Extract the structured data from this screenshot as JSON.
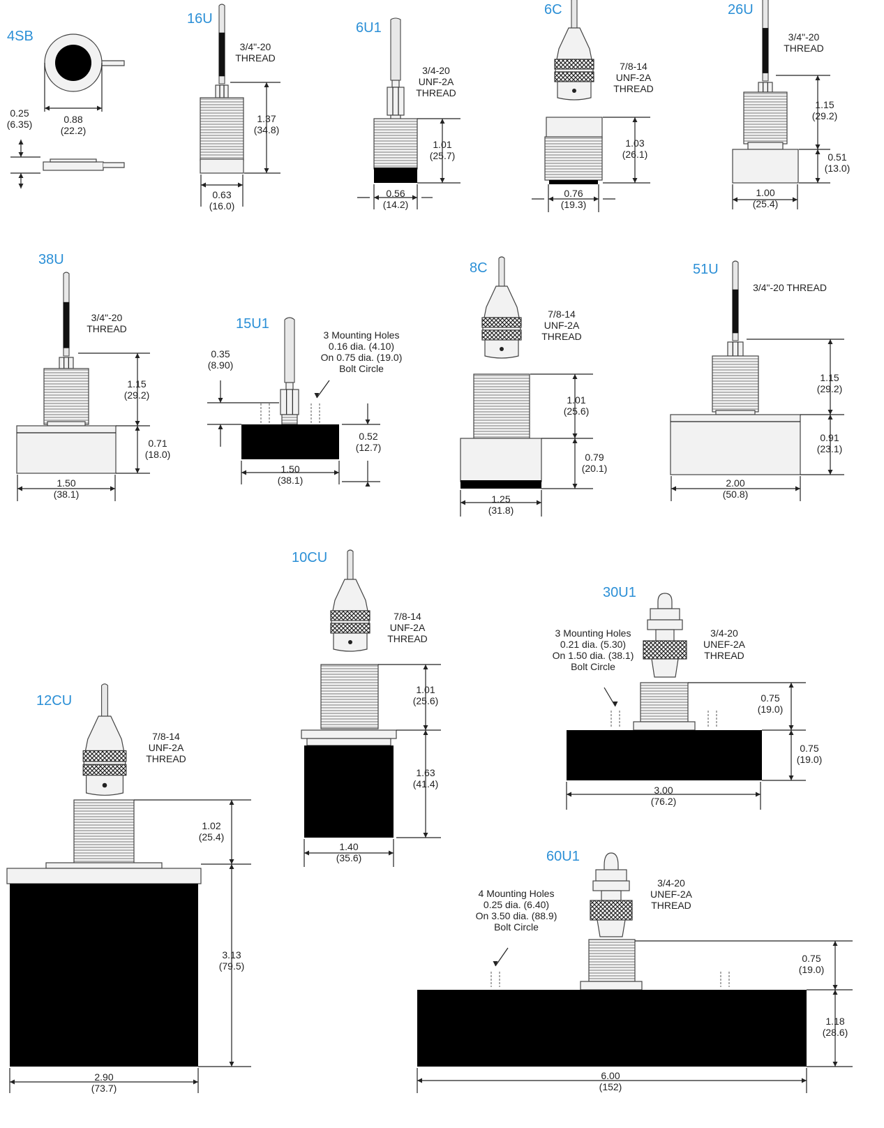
{
  "colors": {
    "title": "#2b8fd6",
    "line": "#222222",
    "black_body": "#000000"
  },
  "parts": [
    {
      "id": "4SB",
      "title": "4SB",
      "labels": [
        {
          "id": "thick",
          "lines": [
            "0.25",
            "(6.35)"
          ]
        },
        {
          "id": "dia",
          "lines": [
            "0.88",
            "(22.2)"
          ]
        }
      ]
    },
    {
      "id": "16U",
      "title": "16U",
      "labels": [
        {
          "id": "thread",
          "lines": [
            "3/4\"-20",
            "THREAD"
          ]
        },
        {
          "id": "h",
          "lines": [
            "1.37",
            "(34.8)"
          ]
        },
        {
          "id": "w",
          "lines": [
            "0.63",
            "(16.0)"
          ]
        }
      ]
    },
    {
      "id": "6U1",
      "title": "6U1",
      "labels": [
        {
          "id": "thread",
          "lines": [
            "3/4-20",
            "UNF-2A",
            "THREAD"
          ]
        },
        {
          "id": "h",
          "lines": [
            "1.01",
            "(25.7)"
          ]
        },
        {
          "id": "w",
          "lines": [
            "0.56",
            "(14.2)"
          ]
        }
      ]
    },
    {
      "id": "6C",
      "title": "6C",
      "labels": [
        {
          "id": "thread",
          "lines": [
            "7/8-14",
            "UNF-2A",
            "THREAD"
          ]
        },
        {
          "id": "h",
          "lines": [
            "1.03",
            "(26.1)"
          ]
        },
        {
          "id": "w",
          "lines": [
            "0.76",
            "(19.3)"
          ]
        }
      ]
    },
    {
      "id": "26U",
      "title": "26U",
      "labels": [
        {
          "id": "thread",
          "lines": [
            "3/4\"-20",
            "THREAD"
          ]
        },
        {
          "id": "h1",
          "lines": [
            "1.15",
            "(29.2)"
          ]
        },
        {
          "id": "h2",
          "lines": [
            "0.51",
            "(13.0)"
          ]
        },
        {
          "id": "w",
          "lines": [
            "1.00",
            "(25.4)"
          ]
        }
      ]
    },
    {
      "id": "38U",
      "title": "38U",
      "labels": [
        {
          "id": "thread",
          "lines": [
            "3/4\"-20",
            "THREAD"
          ]
        },
        {
          "id": "h1",
          "lines": [
            "1.15",
            "(29.2)"
          ]
        },
        {
          "id": "h2",
          "lines": [
            "0.71",
            "(18.0)"
          ]
        },
        {
          "id": "w",
          "lines": [
            "1.50",
            "(38.1)"
          ]
        }
      ]
    },
    {
      "id": "15U1",
      "title": "15U1",
      "labels": [
        {
          "id": "holes",
          "lines": [
            "3 Mounting Holes",
            "0.16 dia. (4.10)",
            "On 0.75 dia. (19.0)",
            "Bolt Circle"
          ]
        },
        {
          "id": "h1",
          "lines": [
            "0.35",
            "(8.90)"
          ]
        },
        {
          "id": "h2",
          "lines": [
            "0.52",
            "(12.7)"
          ]
        },
        {
          "id": "w",
          "lines": [
            "1.50",
            "(38.1)"
          ]
        }
      ]
    },
    {
      "id": "8C",
      "title": "8C",
      "labels": [
        {
          "id": "thread",
          "lines": [
            "7/8-14",
            "UNF-2A",
            "THREAD"
          ]
        },
        {
          "id": "h1",
          "lines": [
            "1.01",
            "(25.6)"
          ]
        },
        {
          "id": "h2",
          "lines": [
            "0.79",
            "(20.1)"
          ]
        },
        {
          "id": "w",
          "lines": [
            "1.25",
            "(31.8)"
          ]
        }
      ]
    },
    {
      "id": "51U",
      "title": "51U",
      "labels": [
        {
          "id": "thread",
          "lines": [
            "3/4\"-20 THREAD"
          ]
        },
        {
          "id": "h1",
          "lines": [
            "1.15",
            "(29.2)"
          ]
        },
        {
          "id": "h2",
          "lines": [
            "0.91",
            "(23.1)"
          ]
        },
        {
          "id": "w",
          "lines": [
            "2.00",
            "(50.8)"
          ]
        }
      ]
    },
    {
      "id": "10CU",
      "title": "10CU",
      "labels": [
        {
          "id": "thread",
          "lines": [
            "7/8-14",
            "UNF-2A",
            "THREAD"
          ]
        },
        {
          "id": "h1",
          "lines": [
            "1.01",
            "(25.6)"
          ]
        },
        {
          "id": "h2",
          "lines": [
            "1.63",
            "(41.4)"
          ]
        },
        {
          "id": "w",
          "lines": [
            "1.40",
            "(35.6)"
          ]
        }
      ]
    },
    {
      "id": "30U1",
      "title": "30U1",
      "labels": [
        {
          "id": "holes",
          "lines": [
            "3 Mounting Holes",
            "0.21 dia. (5.30)",
            "On 1.50 dia. (38.1)",
            "Bolt Circle"
          ]
        },
        {
          "id": "thread",
          "lines": [
            "3/4-20",
            "UNEF-2A",
            "THREAD"
          ]
        },
        {
          "id": "h1",
          "lines": [
            "0.75",
            "(19.0)"
          ]
        },
        {
          "id": "h2",
          "lines": [
            "0.75",
            "(19.0)"
          ]
        },
        {
          "id": "w",
          "lines": [
            "3.00",
            "(76.2)"
          ]
        }
      ]
    },
    {
      "id": "12CU",
      "title": "12CU",
      "labels": [
        {
          "id": "thread",
          "lines": [
            "7/8-14",
            "UNF-2A",
            "THREAD"
          ]
        },
        {
          "id": "h1",
          "lines": [
            "1.02",
            "(25.4)"
          ]
        },
        {
          "id": "h2",
          "lines": [
            "3.13",
            "(79.5)"
          ]
        },
        {
          "id": "w",
          "lines": [
            "2.90",
            "(73.7)"
          ]
        }
      ]
    },
    {
      "id": "60U1",
      "title": "60U1",
      "labels": [
        {
          "id": "holes",
          "lines": [
            "4 Mounting Holes",
            "0.25 dia. (6.40)",
            "On 3.50 dia. (88.9)",
            "Bolt Circle"
          ]
        },
        {
          "id": "thread",
          "lines": [
            "3/4-20",
            "UNEF-2A",
            "THREAD"
          ]
        },
        {
          "id": "h1",
          "lines": [
            "0.75",
            "(19.0)"
          ]
        },
        {
          "id": "h2",
          "lines": [
            "1.18",
            "(28.6)"
          ]
        },
        {
          "id": "w",
          "lines": [
            "6.00",
            "(152)"
          ]
        }
      ]
    }
  ]
}
